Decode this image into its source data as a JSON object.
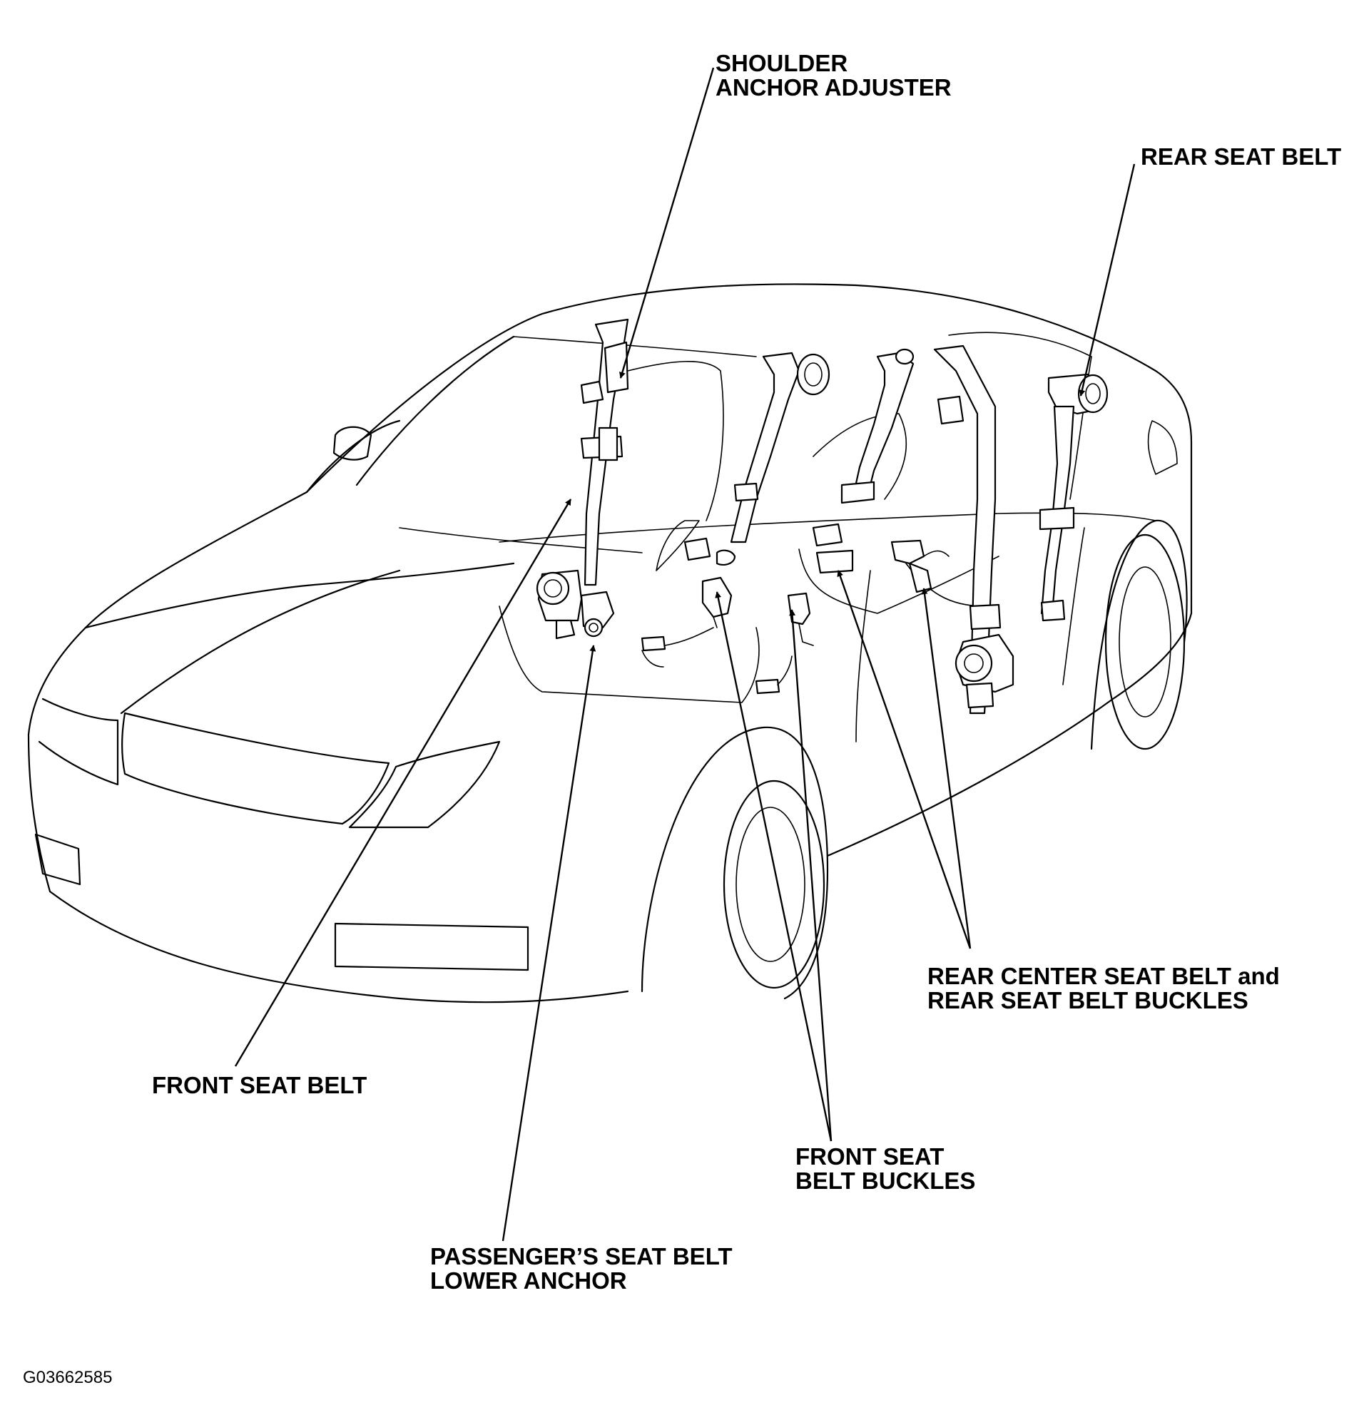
{
  "labels": {
    "shoulder_anchor_adjuster": [
      "SHOULDER",
      "ANCHOR ADJUSTER"
    ],
    "rear_seat_belt": [
      "REAR SEAT BELT"
    ],
    "rear_center_seat_belt": [
      "REAR CENTER SEAT BELT and",
      "REAR SEAT BELT BUCKLES"
    ],
    "front_seat_belt": [
      "FRONT SEAT BELT"
    ],
    "front_seat_belt_buckles": [
      "FRONT SEAT",
      "BELT BUCKLES"
    ],
    "passenger_lower_anchor": [
      "PASSENGER’S SEAT BELT",
      "LOWER ANCHOR"
    ]
  },
  "figure_code": "G03662585"
}
